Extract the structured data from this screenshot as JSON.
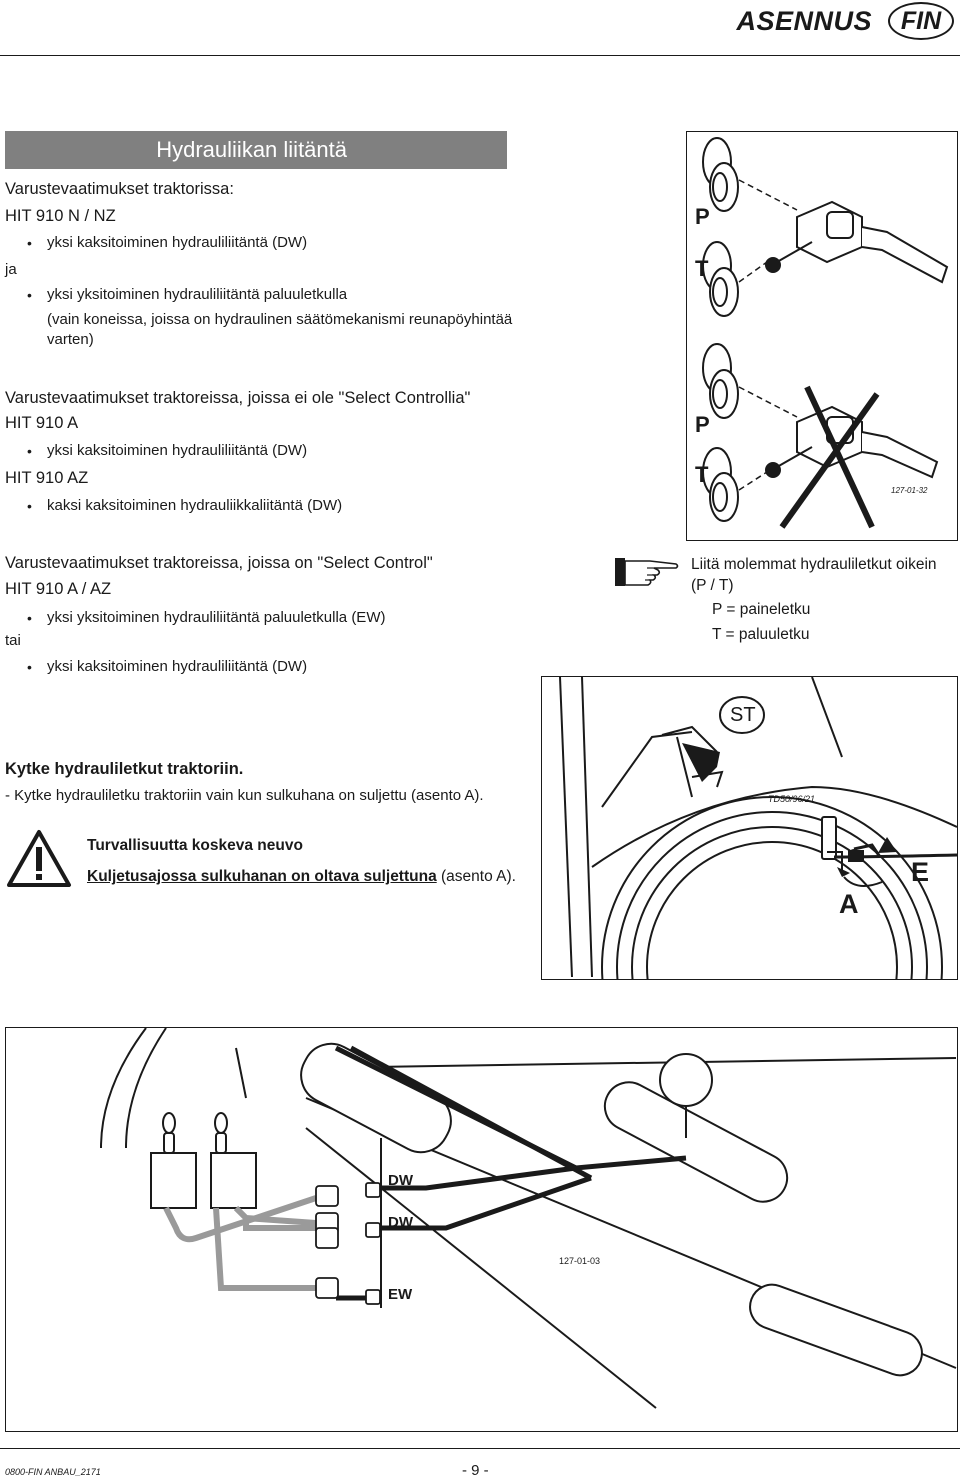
{
  "header": {
    "title": "ASENNUS",
    "lang": "FIN"
  },
  "section": {
    "title": "Hydrauliikan liitäntä"
  },
  "req1": {
    "heading": "Varustevaatimukset traktorissa:",
    "model": "HIT 910 N / NZ",
    "b1": "yksi kaksitoiminen hydrauliliitäntä (DW)",
    "conj": "ja",
    "b2": "yksi yksitoiminen hydrauliliitäntä paluuletkulla",
    "b2_line2": "(vain koneissa, joissa on hydraulinen säätömekanismi reunapöyhintää",
    "b2_line3": "varten)"
  },
  "req2": {
    "heading": "Varustevaatimukset traktoreissa, joissa ei ole \"Select Controllia\"",
    "model1": "HIT 910 A",
    "b1": "yksi kaksitoiminen hydrauliliitäntä (DW)",
    "model2": "HIT 910 AZ",
    "b2": "kaksi kaksitoiminen hydrauliikkaliitäntä (DW)"
  },
  "req3": {
    "heading": "Varustevaatimukset traktoreissa, joissa on \"Select Control\"",
    "model": "HIT 910 A / AZ",
    "b1": "yksi yksitoiminen hydrauliliitäntä paluuletkulla (EW)",
    "conj": "tai",
    "b2": "yksi kaksitoiminen hydrauliliitäntä (DW)"
  },
  "note": {
    "line1": "Liitä molemmat hydrauliletkut oikein",
    "line2": "(P / T)",
    "p": "P = paineletku",
    "t": "T = paluuletku"
  },
  "connect": {
    "heading": "Kytke hydrauliletkut traktoriin.",
    "item": "-  Kytke hydrauliletku traktoriin vain kun sulkuhana on suljettu (asento A)."
  },
  "safety": {
    "heading": "Turvallisuutta koskeva neuvo",
    "text_bold": "Kuljetusajossa sulkuhanan on oltava suljettuna",
    "text_rest": " (asento A)."
  },
  "fig1": {
    "p1": "P",
    "t1": "T",
    "p2": "P",
    "t2": "T",
    "code": "127-01-32"
  },
  "fig2": {
    "st": "ST",
    "code": "TD50/96/21",
    "a": "A",
    "e": "E"
  },
  "fig3": {
    "dw1": "DW",
    "dw2": "DW",
    "ew": "EW",
    "code": "127-01-03"
  },
  "footer": {
    "docref": "0800-FIN ANBAU_2171",
    "page": "- 9 -"
  }
}
